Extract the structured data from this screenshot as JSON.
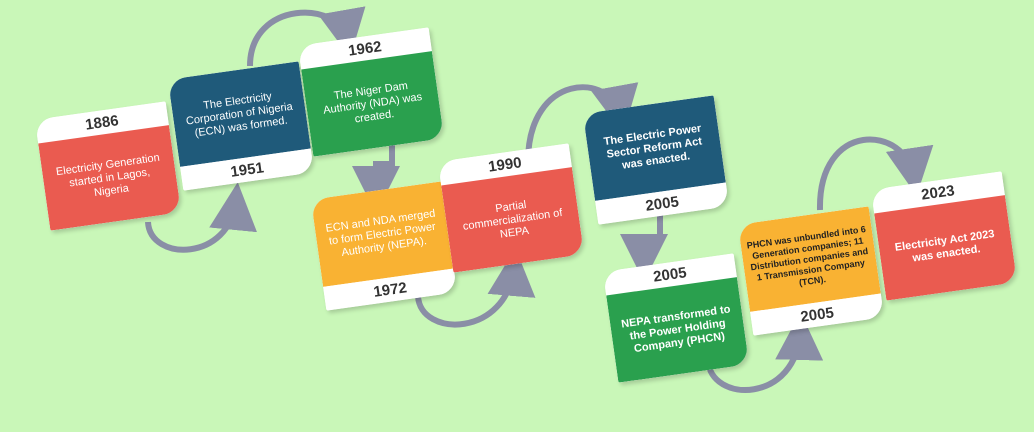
{
  "colors": {
    "red": "#ea5b50",
    "navy": "#1f5a7a",
    "green": "#2aa04e",
    "orange": "#f9b233",
    "arrow": "#8a8ea6",
    "background": "#c9f7b8"
  },
  "events": [
    {
      "year": "1886",
      "text": "Electricity Generation started in Lagos, Nigeria",
      "color": "red"
    },
    {
      "year": "1951",
      "text": "The Electricity Corporation of Nigeria (ECN) was formed.",
      "color": "navy"
    },
    {
      "year": "1962",
      "text": "The Niger Dam Authority (NDA) was created.",
      "color": "green"
    },
    {
      "year": "1972",
      "text": "ECN and NDA merged to form Electric Power Authority (NEPA).",
      "color": "orange"
    },
    {
      "year": "1990",
      "text": "Partial commercialization of NEPA",
      "color": "red"
    },
    {
      "year": "2005",
      "text": "The Electric Power Sector Reform Act was enacted.",
      "color": "navy"
    },
    {
      "year": "2005",
      "text": "NEPA transformed to the Power Holding Company (PHCN)",
      "color": "green"
    },
    {
      "year": "2005",
      "text": "PHCN was unbundled into 6 Generation companies; 11 Distribution companies and 1 Transmission Company (TCN).",
      "color": "orange"
    },
    {
      "year": "2023",
      "text": "Electricity Act 2023 was enacted.",
      "color": "red"
    }
  ]
}
